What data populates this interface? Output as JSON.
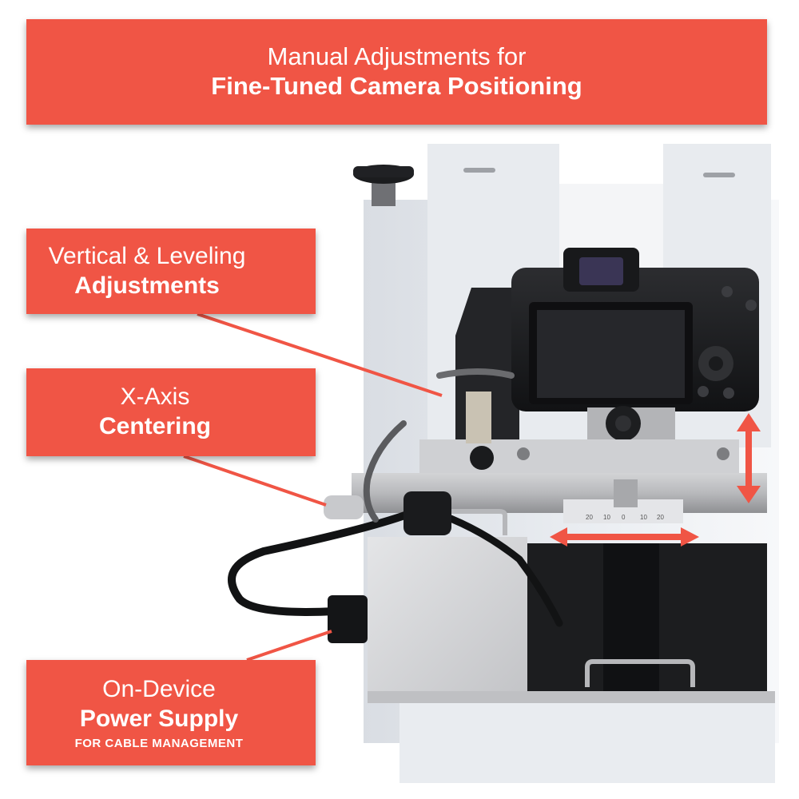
{
  "banner": {
    "line1": "Manual Adjustments for",
    "line2": "Fine-Tuned Camera Positioning"
  },
  "callouts": {
    "vertical": {
      "line1": "Vertical & Leveling",
      "line2": "Adjustments"
    },
    "xaxis": {
      "line1": "X-Axis",
      "line2": "Centering"
    },
    "power": {
      "line1": "On-Device",
      "line2": "Power Supply",
      "line3": "FOR CABLE MANAGEMENT"
    }
  },
  "scale": {
    "ticks": [
      "20",
      "10",
      "0",
      "10",
      "20"
    ]
  },
  "colors": {
    "accent": "#f05545",
    "text": "#ffffff"
  },
  "icons": {
    "vertical_arrow": "double-arrow-vertical-icon",
    "horizontal_arrow": "double-arrow-horizontal-icon"
  }
}
